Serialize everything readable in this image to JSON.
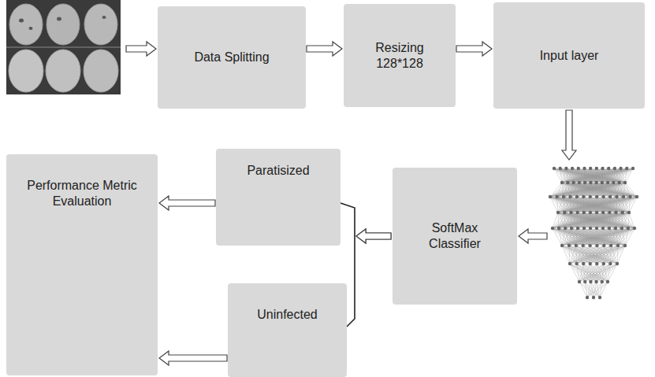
{
  "diagram": {
    "nodes": [
      {
        "text": [
          "Data Splitting"
        ]
      },
      {
        "text": [
          "Resizing 128*128"
        ]
      },
      {
        "text": [
          "Input layer"
        ]
      },
      {
        "text": [
          "Performance Metric Evaluation"
        ]
      },
      {
        "text": [
          "Paratisized"
        ]
      },
      {
        "text": [
          "SoftMax Classifier"
        ]
      },
      {
        "text": [
          "Uninfected"
        ]
      }
    ],
    "edges": [
      {
        "from": 0,
        "to": 1,
        "arrow": "to"
      },
      {
        "from": 1,
        "to": 2,
        "arrow": "to"
      },
      {
        "from": 5,
        "to": 4,
        "arrow": "to"
      },
      {
        "from": 5,
        "to": 6,
        "arrow": "to"
      },
      {
        "from": 4,
        "to": 3,
        "arrow": "to"
      },
      {
        "from": 6,
        "to": 3,
        "arrow": "to"
      }
    ]
  }
}
